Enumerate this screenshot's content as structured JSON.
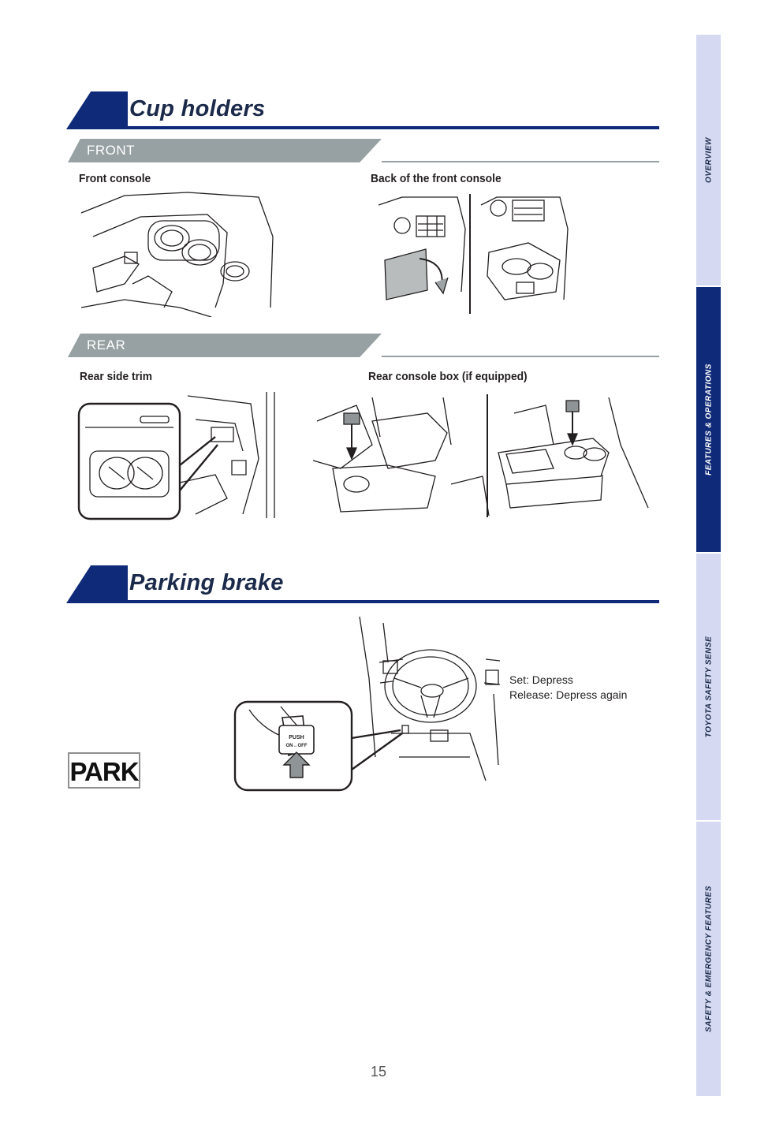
{
  "cup_holders": {
    "title": "Cup holders",
    "front_label": "FRONT",
    "rear_label": "REAR",
    "captions": {
      "front_console": "Front console",
      "back_front_console": "Back of the front console",
      "rear_side_trim": "Rear side trim",
      "rear_console_box": "Rear console box (if equipped)"
    }
  },
  "parking_brake": {
    "title": "Parking brake",
    "park_label": "PARK",
    "switch_label": "PUSH ON↔OFF",
    "set_text": "Set: Depress",
    "release_text": "Release: Depress again"
  },
  "sidebar": {
    "tabs": [
      {
        "label": "OVERVIEW"
      },
      {
        "label": "FEATURES & OPERATIONS"
      },
      {
        "label": "TOYOTA SAFETY SENSE"
      },
      {
        "label": "SAFETY & EMERGENCY FEATURES"
      }
    ],
    "active_tab": "FEATURES & OPERATIONS"
  },
  "page_number": "15",
  "colors": {
    "accent_navy": "#0f2a78",
    "sidebar_light": "#d5daf2",
    "sub_bar_gray": "#97a0a2"
  }
}
